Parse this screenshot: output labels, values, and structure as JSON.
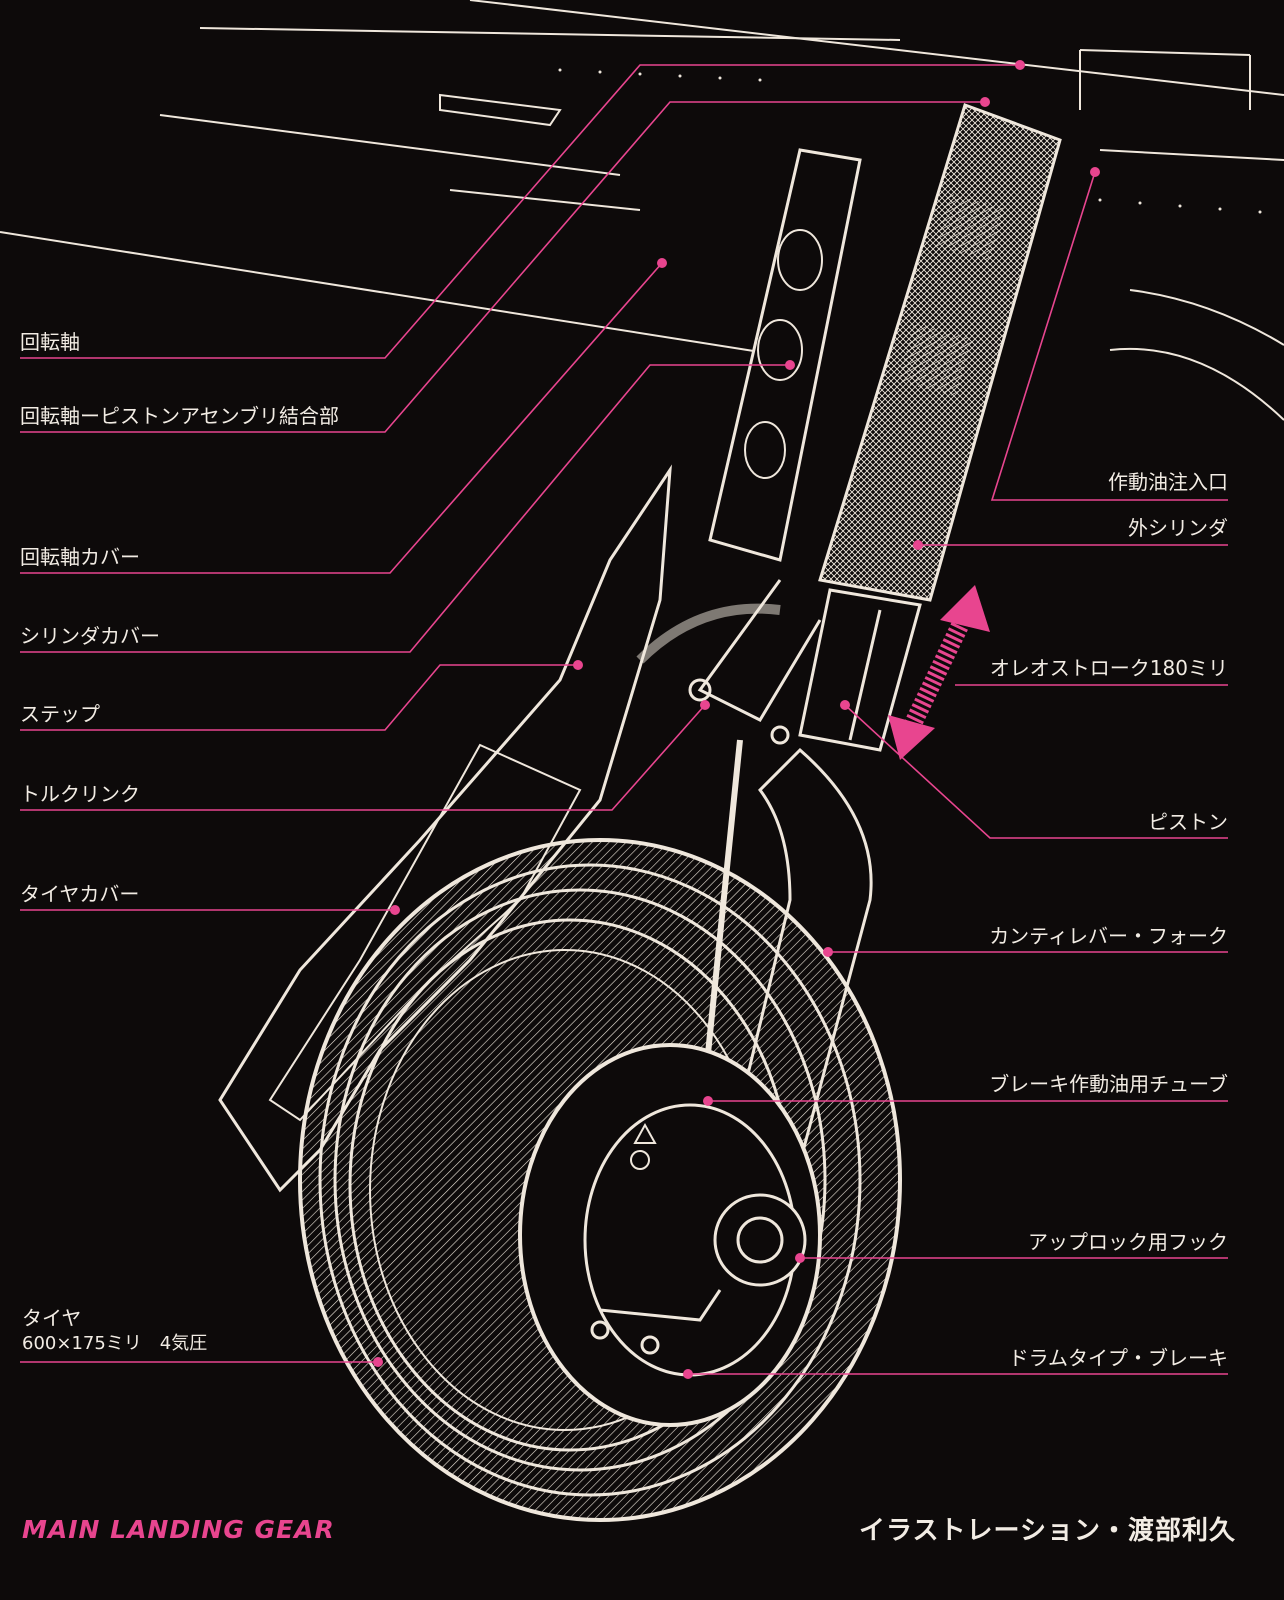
{
  "title": "MAIN LANDING GEAR",
  "credit": "イラストレーション・渡部利久",
  "colors": {
    "background": "#0d0a0a",
    "ink": "#efe7dc",
    "accent": "#e8458f"
  },
  "labels": {
    "pivot_shaft": "回転軸",
    "pivot_piston_joint": "回転軸ーピストンアセンブリ結合部",
    "pivot_cover": "回転軸カバー",
    "cylinder_cover": "シリンダカバー",
    "step": "ステップ",
    "torque_link": "トルクリンク",
    "tire_cover": "タイヤカバー",
    "tire": "タイヤ",
    "tire_spec": "600×175ミリ　4気圧",
    "oil_inlet": "作動油注入口",
    "outer_cylinder": "外シリンダ",
    "oleo_stroke": "オレオストローク180ミリ",
    "piston": "ピストン",
    "cantilever_fork": "カンティレバー・フォーク",
    "brake_tube": "ブレーキ作動油用チューブ",
    "uplock_hook": "アップロック用フック",
    "drum_brake": "ドラムタイプ・ブレーキ"
  }
}
